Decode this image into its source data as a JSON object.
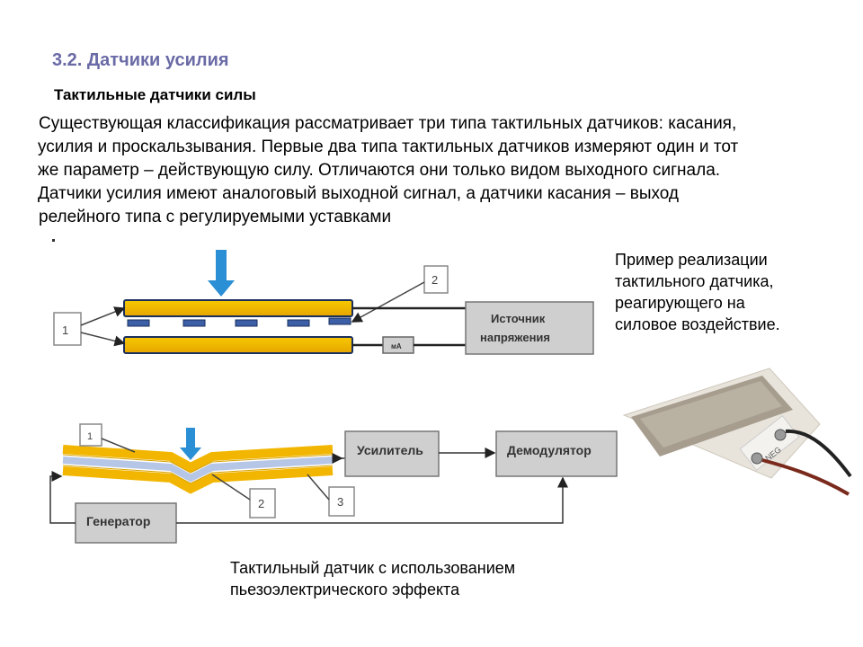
{
  "heading": "3.2. Датчики усилия",
  "subheading": "Тактильные датчики силы",
  "intro_lines": [
    "Существующая классификация рассматривает три типа тактильных датчиков: касания,",
    "усилия и проскальзывания. Первые два типа тактильных датчиков измеряют один и тот",
    "же параметр – действующую силу. Отличаются они только видом выходного сигнала.",
    "Датчики усилия имеют аналоговый выходной сигнал, а датчики касания – выход",
    "релейного типа с регулируемыми уставками"
  ],
  "example_lines": [
    "Пример реализации",
    "тактильного датчика,",
    "реагирующего на",
    "силовое воздействие."
  ],
  "caption_lines": [
    "Тактильный датчик с использованием",
    "пьезоэлектрического эффекта"
  ],
  "diagram1": {
    "label_1": "1",
    "label_2": "2",
    "source_line1": "Источник",
    "source_line2": "напряжения",
    "meter_label": "мА"
  },
  "diagram2": {
    "label_1": "1",
    "label_2": "2",
    "label_3": "3",
    "amplifier": "Усилитель",
    "demodulator": "Демодулятор",
    "generator": "Генератор"
  },
  "photo": {
    "sensor_marking": "NEG"
  },
  "colors": {
    "heading": "#6a6aa6",
    "plate_yellow": "#f2b600",
    "plate_blue": "#3c5fa8",
    "arrow_blue": "#2a8fd4",
    "box_fill": "#cfcfcf"
  }
}
